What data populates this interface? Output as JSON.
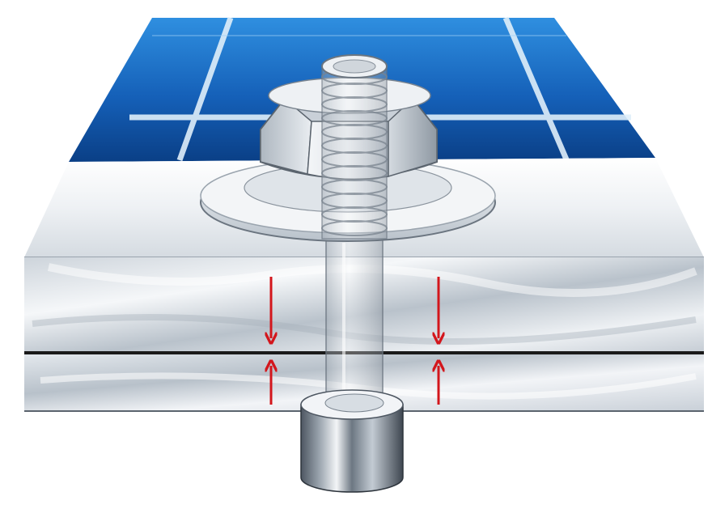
{
  "illustration": {
    "subject": "bolted-joint-clamping",
    "colors": {
      "panel_dark": "#0a3f86",
      "panel_light": "#2f8fe0",
      "grid_line": "#dfeefa",
      "metal_light": "#f4f6f8",
      "metal_mid": "#c9d0d8",
      "metal_dark": "#8a939d",
      "arrow_red": "#d3161c",
      "edge_line": "#1a1a1a"
    },
    "arrows": [
      {
        "side": "left",
        "direction": "down"
      },
      {
        "side": "left",
        "direction": "up"
      },
      {
        "side": "right",
        "direction": "down"
      },
      {
        "side": "right",
        "direction": "up"
      }
    ]
  }
}
